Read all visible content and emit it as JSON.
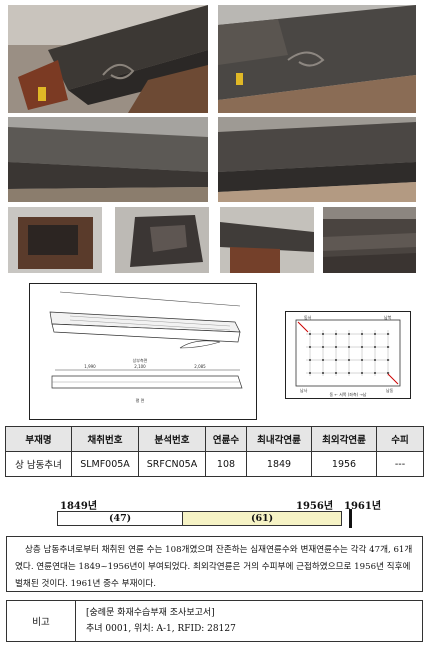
{
  "drawing": {
    "plan_caption": "상부측면",
    "section_caption": "평 면",
    "dimensions": [
      "1,990",
      "2,100",
      "2,085"
    ],
    "corner_labels": [
      "동서",
      "남북",
      "남사",
      "남동"
    ],
    "compass_caption": "동 ← 서쪽 (좌측) →남"
  },
  "table": {
    "headers": [
      "부재명",
      "채취번호",
      "분석번호",
      "연륜수",
      "최내각연륜",
      "최외각연륜",
      "수피"
    ],
    "row": [
      "상 남동추녀",
      "SLMF005A",
      "SRFCN05A",
      "108",
      "1849",
      "1956",
      "---"
    ]
  },
  "timeline": {
    "start_label": "1849년",
    "end_label": "1956년",
    "fell_label": "1961년",
    "seg1_label": "(47)",
    "seg2_label": "(61)",
    "start": 1849,
    "split": 1896,
    "end": 1956,
    "fell": 1961,
    "seg2_color": "#f6f3c5"
  },
  "paragraph": "상층 남동추녀로부터 채취된 연륜 수는 108개였으며 잔존하는 심재연륜수와 변재연륜수는 각각 47개, 61개였다. 연륜연대는 1849~1956년이 부여되었다. 최외각연륜은 거의 수피부에 근접하였으므로 1956년 직후에 벌채된 것이다. 1961년 중수 부재이다.",
  "note": {
    "label": "비고",
    "line1": "[숭례문 화재수습부재 조사보고서]",
    "line2": "추녀 0001, 위치: A-1, RFID: 28127"
  }
}
